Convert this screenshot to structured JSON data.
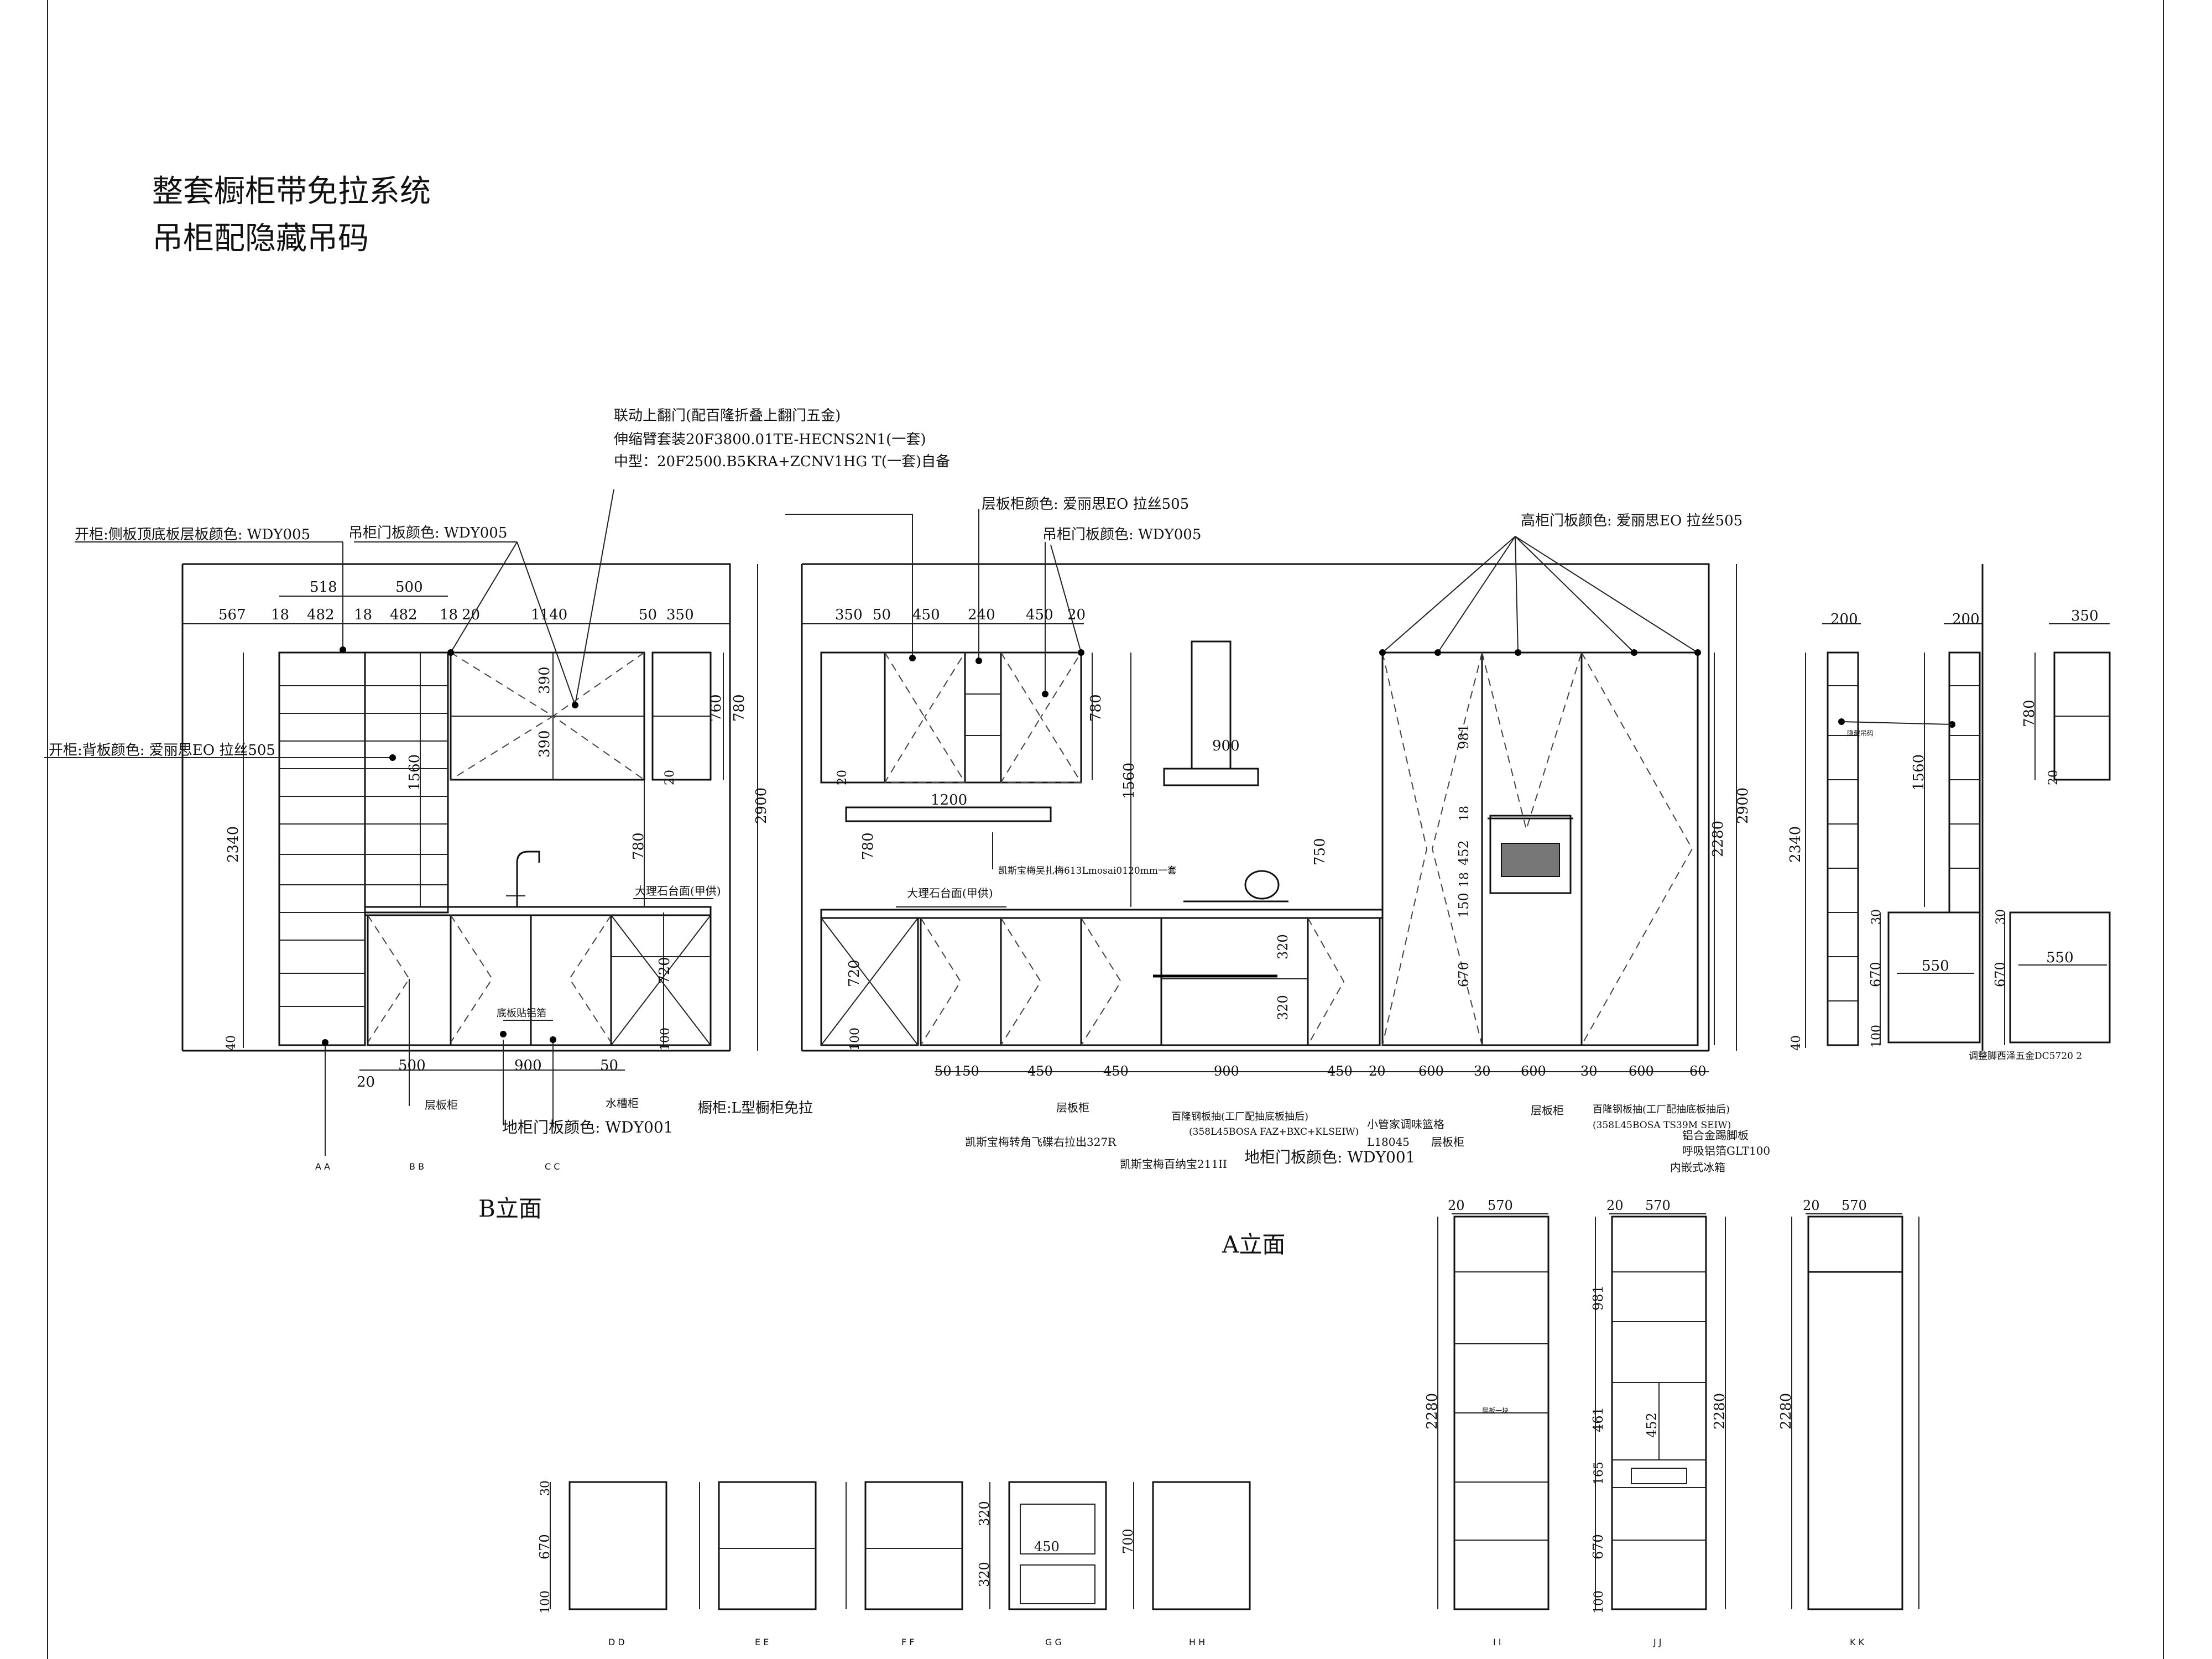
{
  "title": {
    "line1": "整套橱柜带免拉系统",
    "line2": "吊柜配隐藏吊码"
  },
  "elevations": {
    "b_label": "B立面",
    "a_label": "A立面"
  },
  "annotations": {
    "flipdoor_1": "联动上翻门(配百隆折叠上翻门五金)",
    "flipdoor_2": "伸缩臂套装20F3800.01TE-HECNS2N1(一套)",
    "flipdoor_3": "中型：20F2500.B5KRA+ZCNV1HG T(一套)自备",
    "open_side": "开柜:侧板顶底板层板颜色: WDY005",
    "wall_door_b": "吊柜门板颜色: WDY005",
    "open_back": "开柜:背板颜色: 爱丽思EO 拉丝505",
    "shelf_color": "层板柜颜色: 爱丽思EO 拉丝505",
    "wall_door_a": "吊柜门板颜色: WDY005",
    "tall_door": "高柜门板颜色: 爱丽思EO 拉丝505",
    "counter_b": "大理石台面(甲供)",
    "counter_a": "大理石台面(甲供)",
    "sink_note": "底板贴铝箔",
    "shelf_b": "层板柜",
    "sink_b": "水槽柜",
    "base_door_b": "地柜门板颜色: WDY001",
    "l_corner": "橱柜:L型橱柜免拉",
    "shelf_a": "层板柜",
    "corner_fly": "凯斯宝梅转角飞碟右拉出327R",
    "base_door_a": "地柜门板颜色: WDY001",
    "drawer_a1": "百隆钢板抽(工厂配抽底板抽后)",
    "drawer_a1b": "(358L45BOSA FAZ+BXC+KLSEIW)",
    "drawer_a2": "凯斯宝梅百纳宝211II",
    "rack_a": "小管家调味篮格",
    "rack_a2": "L18045",
    "shelf_a2": "层板柜",
    "shelf_a3": "层板柜",
    "drawer_a3": "百隆钢板抽(工厂配抽底板抽后)",
    "drawer_a3b": "(358L45BOSA TS39M SEIW)",
    "plinth": "铝合金踢脚板",
    "plinth2": "呼吸铝箔GLT100",
    "fridge": "内嵌式冰箱",
    "hood_note": "凯斯宝梅吴扎梅613Lmosai0120mm一套",
    "leg_note": "调整脚西泽五金DC5720 2"
  },
  "dims": {
    "b_top": [
      "567",
      "18",
      "482",
      "18",
      "482",
      "18",
      "20",
      "1140",
      "50",
      "350"
    ],
    "b_top2": [
      "518",
      "500"
    ],
    "b_height": "2900",
    "b_tall": "2340",
    "b_1560": "1560",
    "b_390a": "390",
    "b_390b": "390",
    "b_760": "760",
    "b_780": "780",
    "b_780b": "780",
    "b_20a": "20",
    "b_720": "720",
    "b_40": "40",
    "b_100": "100",
    "b_bottom": [
      "20",
      "500",
      "900",
      "50"
    ],
    "a_top": [
      "350",
      "50",
      "450",
      "240",
      "450",
      "20"
    ],
    "a_780": "780",
    "a_1560": "1560",
    "a_900": "900",
    "a_1200": "1200",
    "a_750": "750",
    "a_2900": "2900",
    "a_2280": "2280",
    "a_981": "981",
    "a_18a": "18",
    "a_452": "452",
    "a_18b": "18",
    "a_150": "150",
    "a_670": "670",
    "a_320a": "320",
    "a_320b": "320",
    "a_720": "720",
    "a_100": "100",
    "a_20": "20",
    "a_780b": "780",
    "a_bottom": [
      "50",
      "150",
      "450",
      "450",
      "900",
      "450",
      "20",
      "600",
      "30",
      "600",
      "30",
      "600",
      "60"
    ],
    "right_200a": "200",
    "right_200b": "200",
    "right_350": "350",
    "right_2340": "2340",
    "right_1560": "1560",
    "right_780": "780",
    "right_30a": "30",
    "right_670a": "670",
    "right_100a": "100",
    "right_550a": "550",
    "right_30b": "30",
    "right_670b": "670",
    "right_550b": "550",
    "right_40": "40",
    "right_20": "20",
    "tall_20a": "20",
    "tall_570a": "570",
    "tall_20b": "20",
    "tall_570b": "570",
    "tall_20c": "20",
    "tall_570c": "570",
    "tall_2280a": "2280",
    "tall_981": "981",
    "tall_461": "461",
    "tall_452": "452",
    "tall_165": "165",
    "tall_670": "670",
    "tall_100": "100",
    "tall_2280b": "2280",
    "tall_2280c": "2280",
    "sec_30": "30",
    "sec_670": "670",
    "sec_100": "100",
    "sec_320a": "320",
    "sec_320b": "320",
    "sec_450": "450",
    "sec_700": "700"
  },
  "section_letters": {
    "aa": "A A",
    "bb": "B B",
    "cc": "C C",
    "dd": "D D",
    "ee": "E E",
    "ff": "F F",
    "gg": "G G",
    "hh": "H H",
    "ii": "I I",
    "jj": "J J",
    "kk": "K K"
  },
  "small_labels": {
    "shelf_small": "层板一块",
    "hang": "隐藏吊码"
  }
}
